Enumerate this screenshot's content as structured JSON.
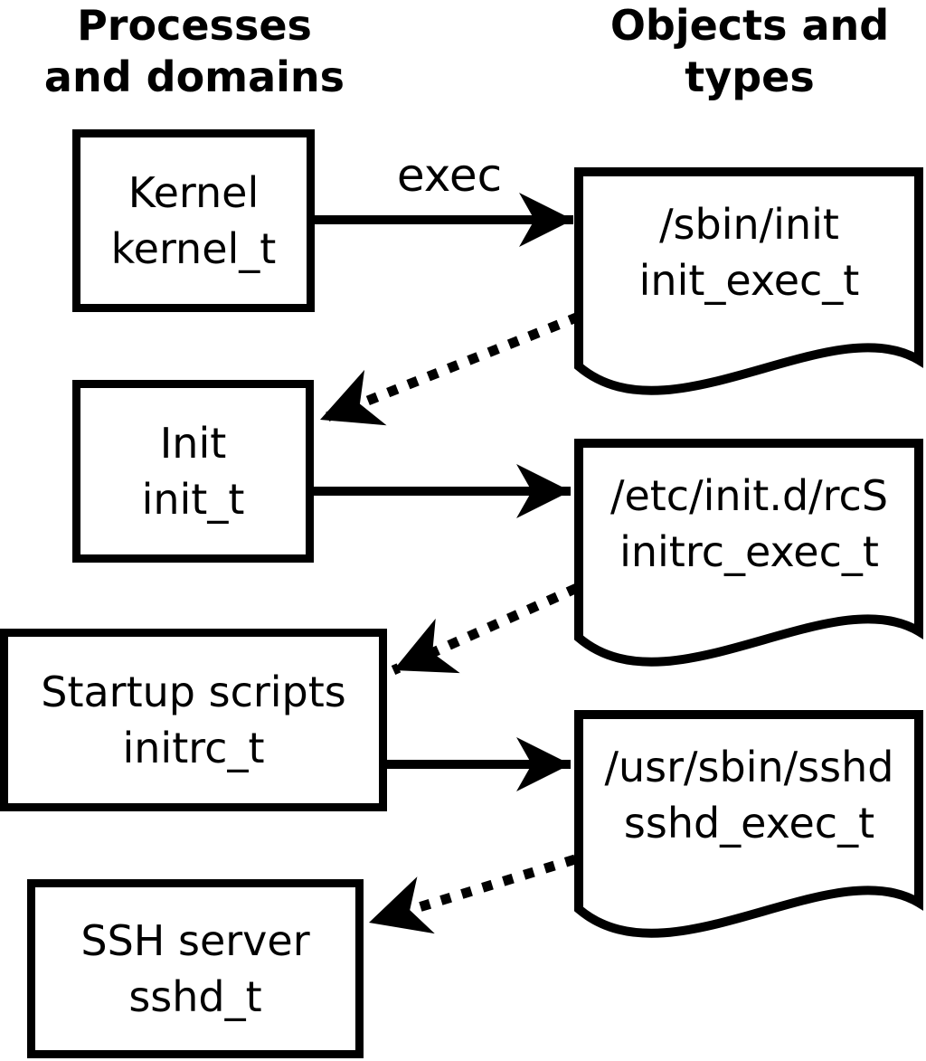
{
  "headings": {
    "left": {
      "line1": "Processes",
      "line2": "and domains"
    },
    "right": {
      "line1": "Objects and",
      "line2": "types"
    }
  },
  "arrow_label": "exec",
  "process_boxes": [
    {
      "name": "Kernel",
      "type": "kernel_t"
    },
    {
      "name": "Init",
      "type": "init_t"
    },
    {
      "name": "Startup scripts",
      "type": "initrc_t"
    },
    {
      "name": "SSH server",
      "type": "sshd_t"
    }
  ],
  "object_docs": [
    {
      "path": "/sbin/init",
      "type": "init_exec_t"
    },
    {
      "path": "/etc/init.d/rcS",
      "type": "initrc_exec_t"
    },
    {
      "path": "/usr/sbin/sshd",
      "type": "sshd_exec_t"
    }
  ],
  "colors": {
    "ink": "#000000",
    "background": "#ffffff"
  }
}
